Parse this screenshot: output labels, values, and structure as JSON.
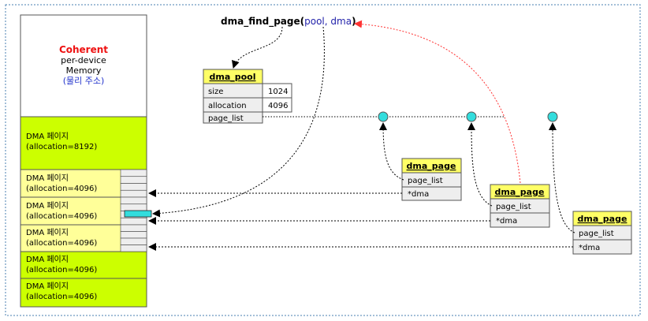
{
  "function_call": {
    "name": "dma_find_page(",
    "args": "pool, dma",
    "close": ")"
  },
  "memory": {
    "title": "Coherent",
    "line2": "per-device",
    "line3": "Memory",
    "line4": "(물리 주소)"
  },
  "pages": [
    {
      "name": "DMA 페이지",
      "alloc": "(allocation=8192)"
    },
    {
      "name": "DMA 페이지",
      "alloc": "(allocation=4096)"
    },
    {
      "name": "DMA 페이지",
      "alloc": "(allocation=4096)"
    },
    {
      "name": "DMA 페이지",
      "alloc": "(allocation=4096)"
    },
    {
      "name": "DMA 페이지",
      "alloc": "(allocation=4096)"
    },
    {
      "name": "DMA 페이지",
      "alloc": "(allocation=4096)"
    }
  ],
  "dma_pool": {
    "title": "dma_pool",
    "rows": [
      {
        "field": "size",
        "value": "1024"
      },
      {
        "field": "allocation",
        "value": "4096"
      },
      {
        "field": "page_list",
        "value": ""
      }
    ]
  },
  "dma_page_boxes": [
    {
      "title": "dma_page",
      "field1": "page_list",
      "field2": "*dma"
    },
    {
      "title": "dma_page",
      "field1": "page_list",
      "field2": "*dma"
    },
    {
      "title": "dma_page",
      "field1": "page_list",
      "field2": "*dma"
    }
  ],
  "colors": {
    "page_green": "#ccff00",
    "page_yellow": "#ffff99",
    "header_yellow": "#ffff66",
    "node_cyan": "#33dddd",
    "red_accent": "#ff3333",
    "arg_blue": "#2222aa"
  }
}
